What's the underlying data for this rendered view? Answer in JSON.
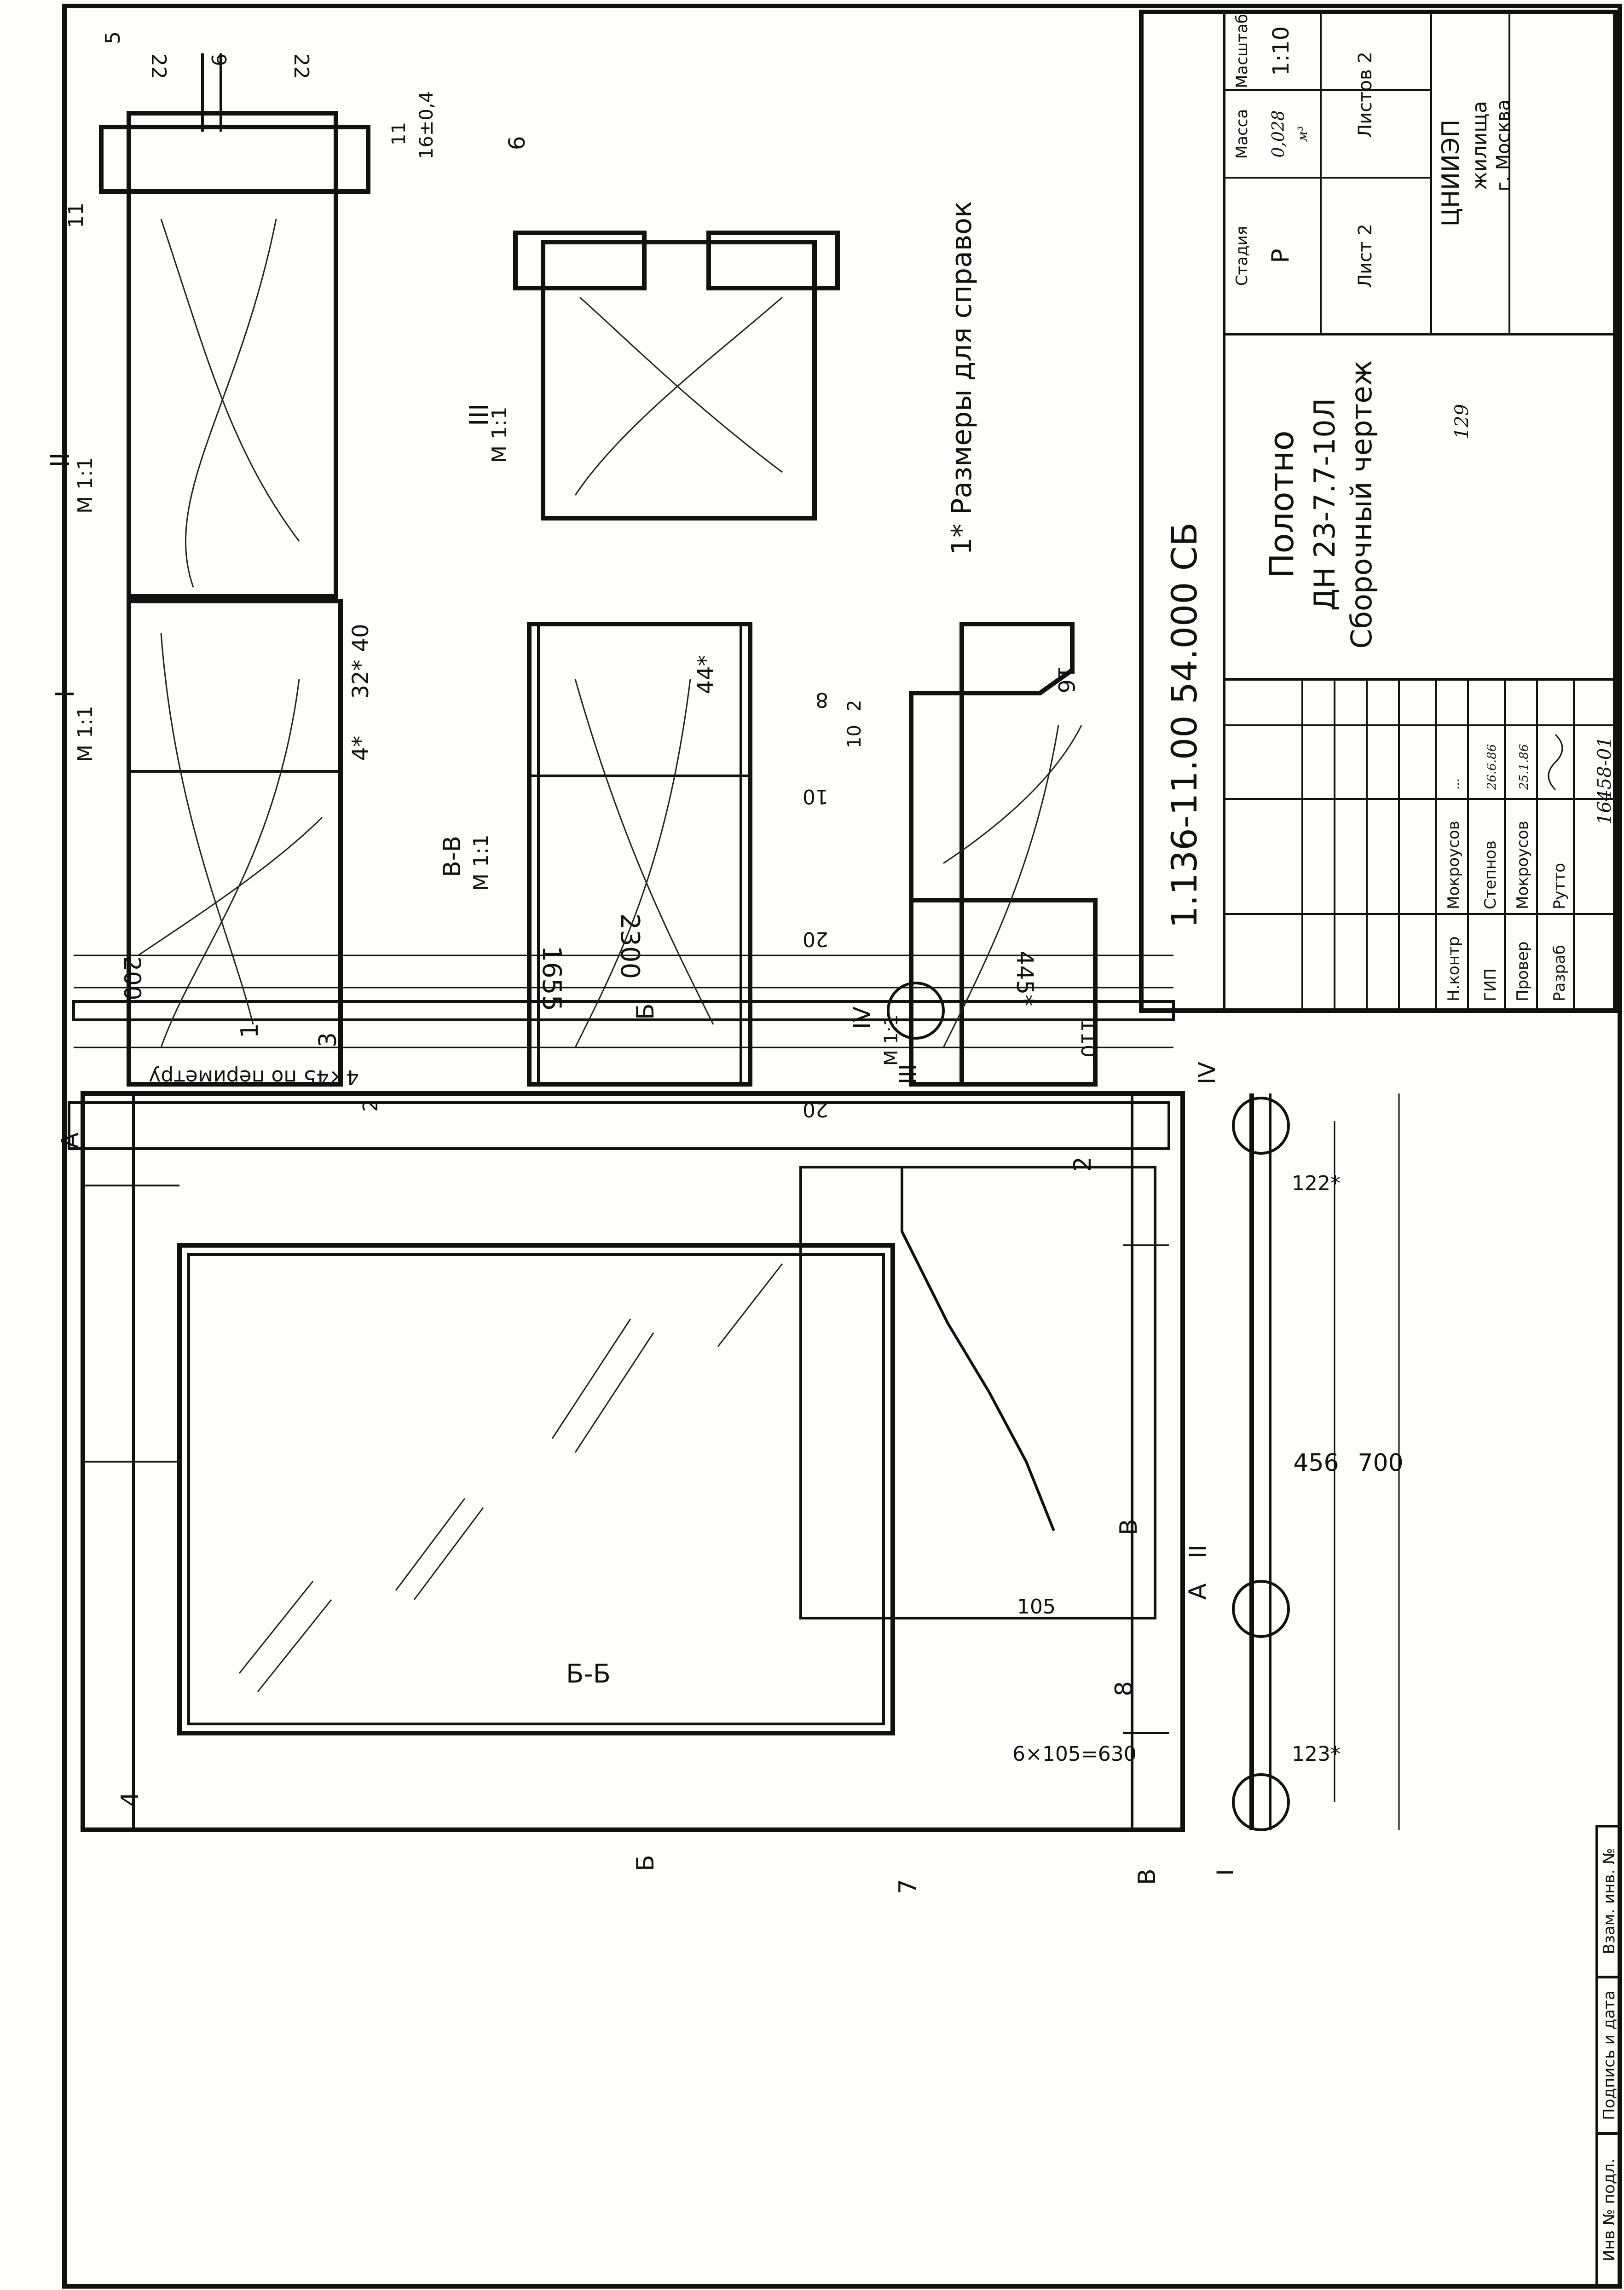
{
  "document": {
    "code": "1.136-11.00 54.000 СБ",
    "title_lines": [
      "Полотно",
      "ДН 23-7.7-10Л",
      "Сборочный чертеж"
    ],
    "note": "1* Размеры для справок",
    "inventory_number": "16458-01",
    "page_number": "129"
  },
  "title_block": {
    "headers": [
      "Стадия",
      "Масса",
      "Масштаб"
    ],
    "stage": "Р",
    "mass": "0,028",
    "mass_unit": "м³",
    "scale": "1:10",
    "sheet": "Лист 2",
    "sheets": "Листов 2",
    "organization": [
      "ЦНИИЭП",
      "жилища",
      "г. Москва"
    ],
    "staff": [
      {
        "role": "Н.контр",
        "name": "Мокроусов",
        "date": "..."
      },
      {
        "role": "ГИП",
        "name": "Степнов",
        "date": "26.6.86"
      },
      {
        "role": "Провер",
        "name": "Мокроусов",
        "date": "25.1.86"
      },
      {
        "role": "Разраб",
        "name": "Рутто",
        "date": ""
      }
    ]
  },
  "side_stamp": [
    "Инв № подл.",
    "Подпись и дата",
    "Взам. инв. №"
  ],
  "labels": {
    "section_bb": "Б-Б",
    "section_vv": "В-В",
    "scale_m11": "М 1:1",
    "node_I": "I",
    "node_II": "II",
    "node_III": "III",
    "node_IV": "IV",
    "cut_A": "А",
    "cut_B": "Б",
    "cut_V": "В",
    "chamfer_note": "4×45 по периметру"
  },
  "dimensions": {
    "height_total": "2300",
    "h_1655": "1655",
    "h_445": "445*",
    "h_200": "200",
    "h_110": "110",
    "width_700": "700",
    "w_456": "456",
    "w_122": "122*",
    "w_123": "123*",
    "nail_pitch": "6×105=630",
    "nail_first": "105",
    "t_40": "40",
    "t_32": "32*",
    "t_4": "4*",
    "t_44": "44*",
    "t_16": "16",
    "t_2": "2",
    "t_10": "10",
    "t_20a": "20",
    "t_20b": "20",
    "g_22a": "22",
    "g_9": "9",
    "g_22b": "22",
    "g_11": "11",
    "g_16": "16±0,4",
    "g_9b": "9"
  },
  "positions": [
    "1",
    "2",
    "3",
    "4",
    "5",
    "6",
    "7",
    "8",
    "10",
    "11"
  ]
}
